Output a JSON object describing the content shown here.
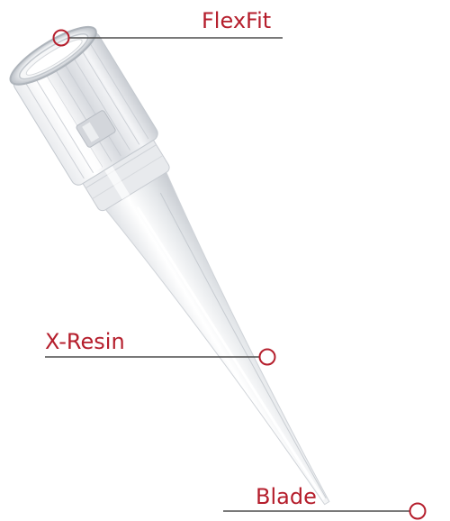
{
  "colors": {
    "accent": "#b51e2c",
    "leader_line": "#4d4d4d",
    "background": "#ffffff"
  },
  "callouts": {
    "flexfit": {
      "label": "FlexFit",
      "marker": "ring-marker"
    },
    "x_resin": {
      "label": "X-Resin",
      "marker": "ring-marker"
    },
    "blade": {
      "label": "Blade",
      "marker": "ring-marker"
    }
  },
  "image": {
    "subject": "pipette-tip-illustration"
  }
}
